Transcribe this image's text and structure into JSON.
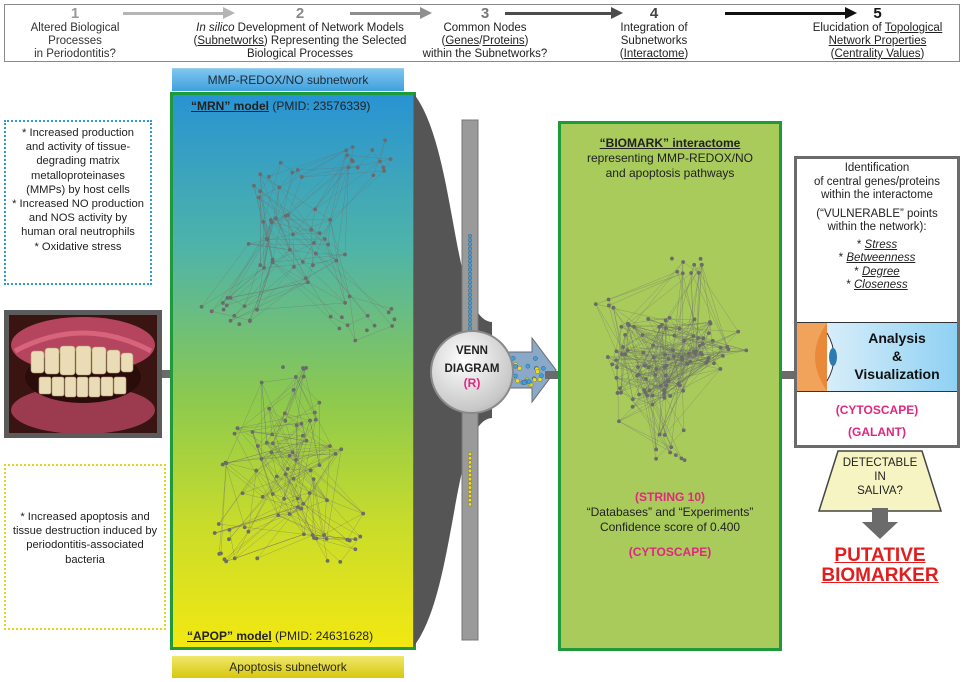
{
  "steps": [
    {
      "num": "1",
      "lines": [
        "Altered Biological",
        "Processes",
        "in Periodontitis?"
      ]
    },
    {
      "num": "2",
      "line1_italic": "In silico",
      "line1_rest": " Development of Network Models",
      "line2_u": "Subnetworks",
      "line2_rest": " Representing the Selected",
      "line3": "Biological Processes"
    },
    {
      "num": "3",
      "line1": "Common Nodes",
      "line2_u1": "Genes",
      "line2_mid": "/",
      "line2_u2": "Proteins",
      "line3": "within the Subnetworks?"
    },
    {
      "num": "4",
      "line1": "Integration of",
      "line2": "Subnetworks",
      "line3_u": "Interactome"
    },
    {
      "num": "5",
      "line1": "Elucidation of ",
      "line1_u": "Topological",
      "line2_u": "Network Properties",
      "line3_u": "Centrality Values"
    }
  ],
  "colors": {
    "step_arrow_light": "#a9a9a9",
    "step_arrow_mid": "#7b7b7b",
    "step_arrow_dark": "#3b3b3b",
    "step_arrow_black": "#111111",
    "green_border": "#1e9a3a",
    "magenta": "#e2267f",
    "red": "#e11d1d"
  },
  "mmp_box": {
    "items": [
      "* Increased production and activity of tissue-degrading matrix metalloproteinases (MMPs) by host cells",
      "* Increased NO production and NOS activity by human oral neutrophils",
      "* Oxidative stress"
    ]
  },
  "apop_box": {
    "items": [
      "* Increased apoptosis and tissue destruction induced by periodontitis-associated bacteria"
    ]
  },
  "subnetwork_top_label": "MMP-REDOX/NO subnetwork",
  "subnetwork_bottom_label": "Apoptosis subnetwork",
  "mrn_model": {
    "name": "“MRN” model",
    "ref": " (PMID: 23576339)"
  },
  "apop_model": {
    "name": "“APOP” model",
    "ref": " (PMID: 24631628)"
  },
  "venn": {
    "line1": "VENN",
    "line2": "DIAGRAM",
    "tool": "(R)"
  },
  "interactome": {
    "title": "“BIOMARK” interactome",
    "desc1": "representing MMP-REDOX/NO",
    "desc2": "and apoptosis pathways",
    "tool1": "(STRING 10)",
    "db_line": "“Databases” and “Experiments”",
    "conf_line": "Confidence score of 0.400",
    "tool2": "(CYTOSCAPE)"
  },
  "identification": {
    "l1": "Identification",
    "l2": "of central genes/proteins",
    "l3": "within the interactome",
    "l4": "(“VULNERABLE” points",
    "l5": "within the network):",
    "measures": [
      "Stress",
      "Betweenness",
      "Degree",
      "Closeness"
    ],
    "analysis_l1": "Analysis",
    "analysis_l2": "&",
    "analysis_l3": "Visualization",
    "tool1": "(CYTOSCAPE)",
    "tool2": "(GALANT)"
  },
  "detectable": {
    "l1": "DETECTABLE",
    "l2": "IN",
    "l3": "SALIVA?"
  },
  "putative": {
    "l1": "PUTATIVE",
    "l2": "BIOMARKER"
  }
}
